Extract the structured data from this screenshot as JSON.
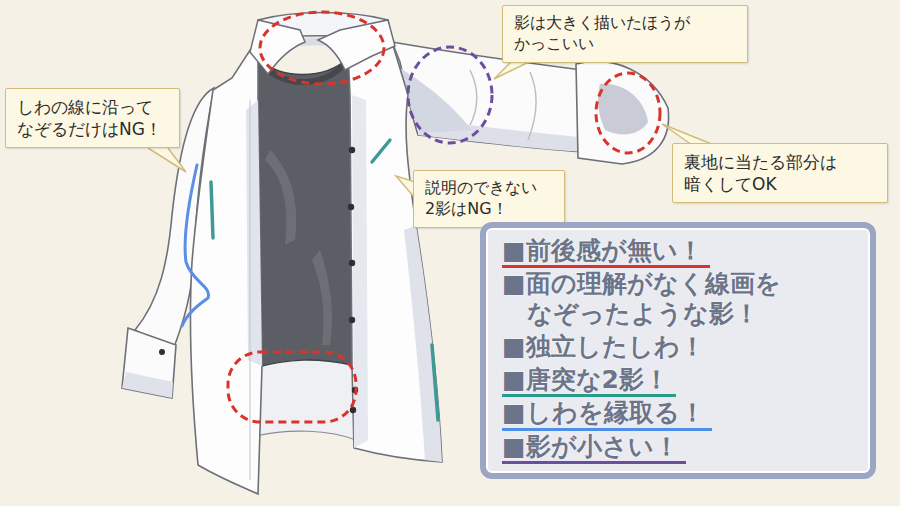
{
  "diagram": {
    "nodes": [
      {
        "text": [
          "影は大きく描いたほうが かっこいい"
        ]
      },
      {
        "text": [
          "しわの線に沿って なぞるだけはNG！"
        ]
      },
      {
        "text": [
          "裏地に当たる部分は 暗くしてOK"
        ]
      },
      {
        "text": [
          "説明のできない 2影はNG！"
        ]
      },
      {
        "text": [
          "■前後感が無い！",
          "■面の理解がなく線画を なぞったような影！",
          "■独立したしわ！",
          "■唐突な2影！",
          "■しわを縁取る！",
          "■影が小さい！"
        ]
      }
    ]
  }
}
